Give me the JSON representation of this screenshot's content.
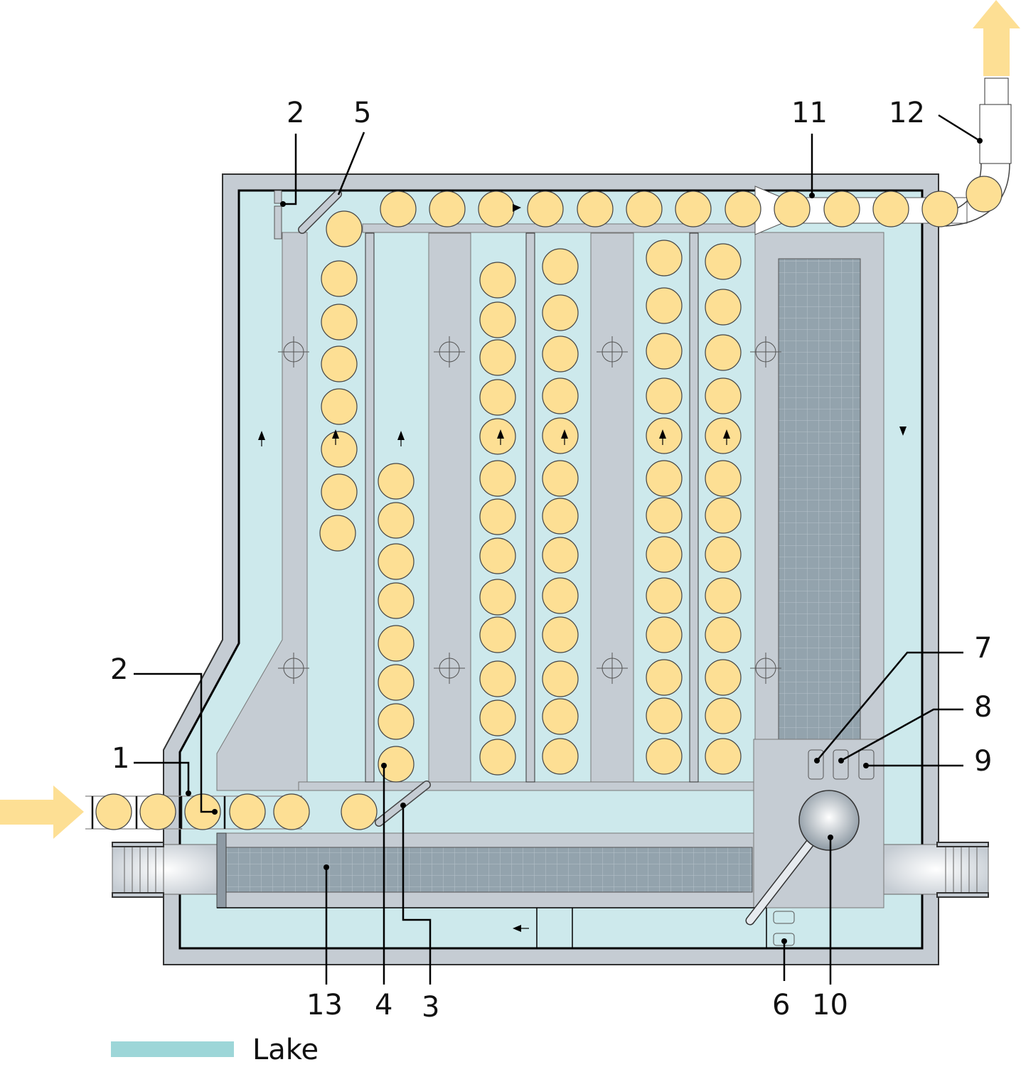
{
  "colors": {
    "water": "#cde9ec",
    "wall": "#c5ccd3",
    "ball": "#fddf94",
    "screen": "#93a3ad",
    "arrow": "#fddf94",
    "legend_lake": "#9dd6d8"
  },
  "labels": {
    "l1": "1",
    "l2_top": "2",
    "l2_left": "2",
    "l3": "3",
    "l4": "4",
    "l5": "5",
    "l6": "6",
    "l7": "7",
    "l8": "8",
    "l9": "9",
    "l10": "10",
    "l11": "11",
    "l12": "12",
    "l13": "13"
  },
  "legend": {
    "lake": "Lake"
  }
}
